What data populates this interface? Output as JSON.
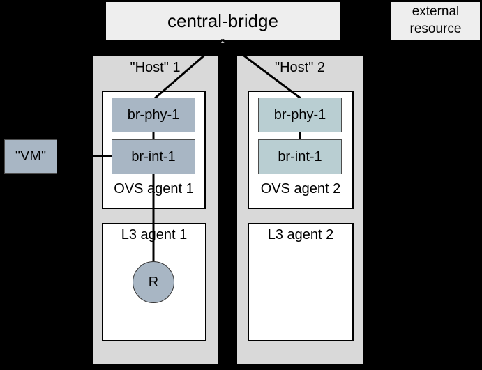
{
  "colors": {
    "background": "#000000",
    "box_light": "#eeeeee",
    "host_fill": "#d9d9d9",
    "node_blue": "#a8b6c4",
    "node_teal": "#b9ced2",
    "line": "#000000",
    "white_box": "#ffffff"
  },
  "central_bridge": {
    "label": "central-bridge"
  },
  "external_resource": {
    "label": "external resource"
  },
  "vm": {
    "label": "\"VM\""
  },
  "router": {
    "label": "R"
  },
  "hosts": [
    {
      "title": "\"Host\" 1",
      "br_phy": "br-phy-1",
      "br_int": "br-int-1",
      "ovs_agent": "OVS agent 1",
      "l3_agent": "L3 agent 1"
    },
    {
      "title": "\"Host\" 2",
      "br_phy": "br-phy-1",
      "br_int": "br-int-1",
      "ovs_agent": "OVS agent 2",
      "l3_agent": "L3 agent 2"
    }
  ]
}
